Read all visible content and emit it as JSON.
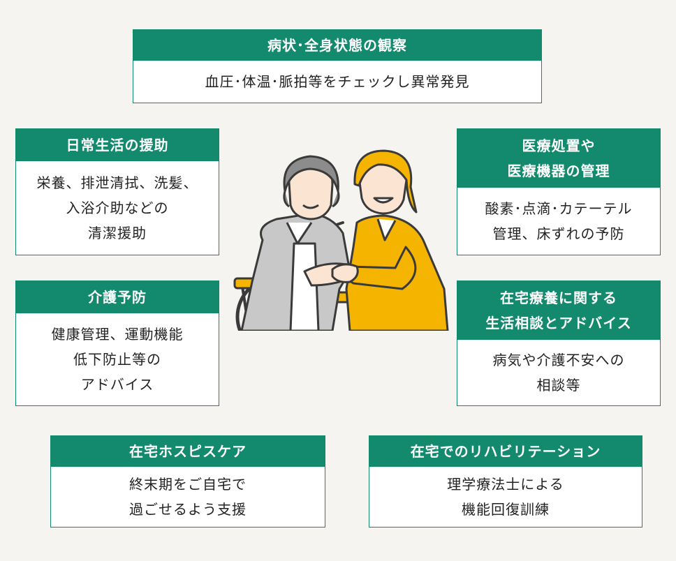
{
  "colors": {
    "header": "#138a6d",
    "background": "#f5f4f0",
    "accent_yellow": "#f4b400"
  },
  "cards": {
    "observation": {
      "title": "病状･全身状態の観察",
      "body": "血圧･体温･脈拍等をチェックし異常発見"
    },
    "daily": {
      "title": "日常生活の援助",
      "body": "栄養、排泄清拭、洗髪、\n入浴介助などの\n清潔援助"
    },
    "medical": {
      "title": "医療処置や\n医療機器の管理",
      "body": "酸素･点滴･カテーテル\n管理、床ずれの予防"
    },
    "prevention": {
      "title": "介護予防",
      "body": "健康管理、運動機能\n低下防止等の\nアドバイス"
    },
    "consult": {
      "title": "在宅療養に関する\n生活相談とアドバイス",
      "body": "病気や介護不安への\n相談等"
    },
    "hospice": {
      "title": "在宅ホスピスケア",
      "body": "終末期をご自宅で\n過ごせるよう支援"
    },
    "rehab": {
      "title": "在宅でのリハビリテーション",
      "body": "理学療法士による\n機能回復訓練"
    }
  }
}
